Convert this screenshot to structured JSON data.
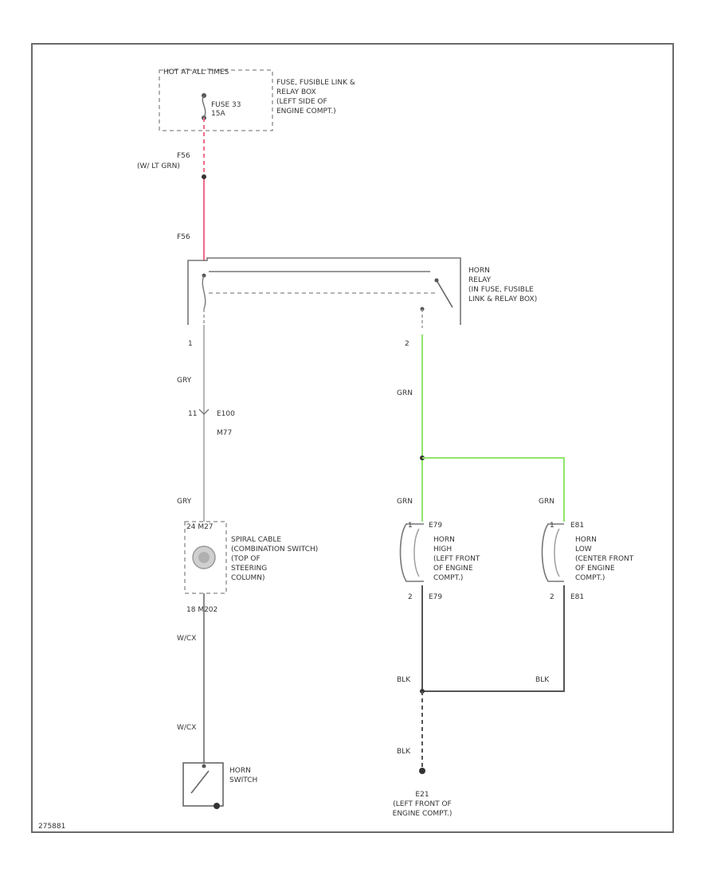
{
  "fuse_box": {
    "hot_label": "HOT AT ALL TIMES",
    "fuse_name": "FUSE 33",
    "fuse_rating": "15A",
    "desc": [
      "FUSE, FUSIBLE LINK &",
      "RELAY BOX",
      "(LEFT SIDE OF",
      "ENGINE COMPT.)"
    ]
  },
  "connectors": {
    "f56_a": "F56",
    "f56_wire": "(W/ LT GRN)",
    "f56_b": "F56",
    "e100_pin": "11",
    "e100": "E100",
    "m77": "M77",
    "spiral_pins": "24  M27",
    "spiral_bottom": "18  M202",
    "horn_high_pin1": "1",
    "horn_high_conn": "E79",
    "horn_high_pin2": "2",
    "horn_high_conn2": "E79",
    "horn_low_pin1": "1",
    "horn_low_conn": "E81",
    "horn_low_pin2": "2",
    "horn_low_conn2": "E81",
    "relay_pin1": "1",
    "relay_pin2": "2"
  },
  "wire_colors": {
    "gry_1": "GRY",
    "gry_2": "GRY",
    "grn_1": "GRN",
    "grn_2": "GRN",
    "grn_3": "GRN",
    "wcx_1": "W/CX",
    "wcx_2": "W/CX",
    "blk_1": "BLK",
    "blk_2": "BLK",
    "blk_3": "BLK"
  },
  "components": {
    "horn_relay": [
      "HORN",
      "RELAY",
      "(IN FUSE, FUSIBLE",
      "LINK & RELAY BOX)"
    ],
    "spiral_cable": [
      "SPIRAL CABLE",
      "(COMBINATION SWITCH)",
      "(TOP OF",
      "STEERING",
      "COLUMN)"
    ],
    "horn_high": [
      "HORN",
      "HIGH",
      "(LEFT FRONT",
      "OF ENGINE",
      "COMPT.)"
    ],
    "horn_low": [
      "HORN",
      "LOW",
      "(CENTER FRONT",
      "OF ENGINE",
      "COMPT.)"
    ],
    "horn_switch": [
      "HORN",
      "SWITCH"
    ],
    "ground": [
      "E21",
      "(LEFT FRONT OF",
      "ENGINE COMPT.)"
    ]
  },
  "footer_code": "275881",
  "colors": {
    "pink_wire": "#f06a8c",
    "green_wire": "#8fe66a",
    "gray_wire": "#9a9a9a",
    "black_wire": "#555555"
  }
}
